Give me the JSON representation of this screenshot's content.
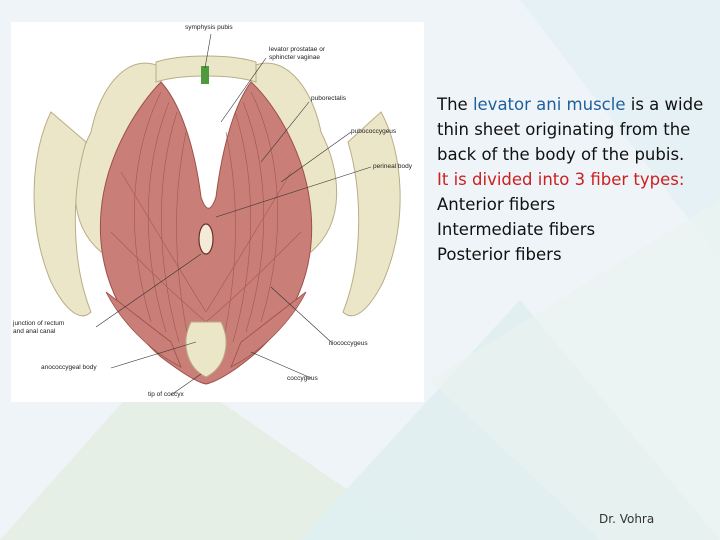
{
  "figure": {
    "labels": {
      "symphysis_pubis": "symphysis pubis",
      "levator_prostatae": "levator prostatae or\nsphincter vaginae",
      "puborectalis": "puborectalis",
      "pubococcygeus": "pubococcygeus",
      "perineal_body": "perineal body",
      "junction": "junction of rectum\nand anal canal",
      "iliococcygeus": "iliococcygeus",
      "anococcygeal_body": "anococcygeal body",
      "coccygeus": "coccygeus",
      "tip_of_coccyx": "tip of coccyx"
    },
    "colors": {
      "muscle": "#c97f78",
      "muscle_dark": "#9e4f4a",
      "bone": "#ece6c8",
      "bone_edge": "#b8ad86",
      "ligament": "#4f9a3c"
    }
  },
  "description": {
    "p1_pre": "The ",
    "p1_highlight": "levator ani muscle",
    "p1_post": " is a wide thin sheet originating from the back of the body of the pubis.",
    "p2": "It is divided into 3 fiber types:",
    "fiber_types": [
      "Anterior fibers",
      "Intermediate fibers",
      "Posterior fibers"
    ],
    "highlight_color": "#1f5f9e",
    "emphasis_color": "#cc1f1f"
  },
  "footer": {
    "author": "Dr. Vohra"
  }
}
